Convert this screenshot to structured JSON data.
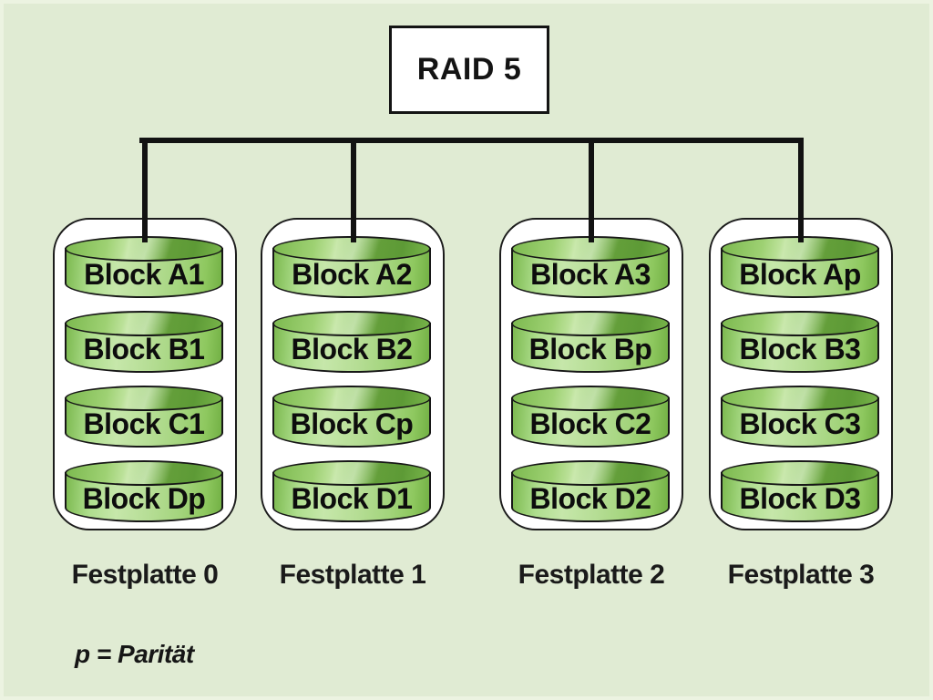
{
  "title": "RAID 5",
  "disks": [
    {
      "label": "Festplatte 0",
      "blocks": [
        "Block A1",
        "Block B1",
        "Block C1",
        "Block Dp"
      ]
    },
    {
      "label": "Festplatte 1",
      "blocks": [
        "Block A2",
        "Block B2",
        "Block Cp",
        "Block D1"
      ]
    },
    {
      "label": "Festplatte 2",
      "blocks": [
        "Block A3",
        "Block Bp",
        "Block C2",
        "Block D2"
      ]
    },
    {
      "label": "Festplatte 3",
      "blocks": [
        "Block Ap",
        "Block B3",
        "Block C3",
        "Block D3"
      ]
    }
  ],
  "footnote": "p = Parität",
  "colors": {
    "background": "#e0ebd3",
    "container_fill": "#ffffff",
    "outline": "#141414",
    "cylinder_light": "#c6e7aa",
    "cylinder_mid": "#8cc75f",
    "cylinder_dark": "#5d9a36",
    "text": "#0d0d0d"
  }
}
